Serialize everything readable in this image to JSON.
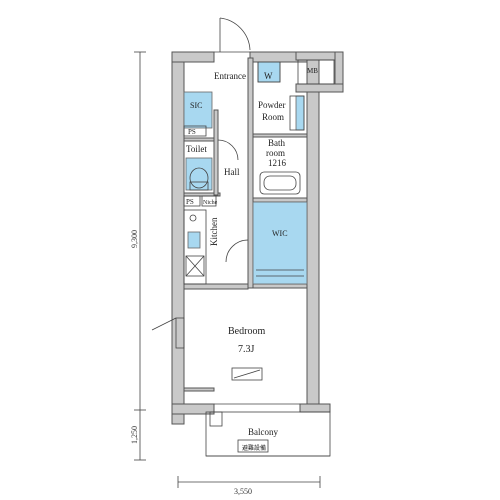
{
  "rooms": {
    "entrance": "Entrance",
    "w": "W",
    "mb": "MB",
    "sic": "SIC",
    "powder_room_line1": "Powder",
    "powder_room_line2": "Room",
    "ps_upper": "PS",
    "toilet": "Toilet",
    "bathroom_line1": "Bath",
    "bathroom_line2": "room",
    "bathroom_size": "1216",
    "hall": "Hall",
    "ps_lower": "PS",
    "niche": "Niche",
    "kitchen": "Kitchen",
    "wic": "WIC",
    "bedroom": "Bedroom",
    "bedroom_size": "7.3J",
    "balcony": "Balcony",
    "evacuation_hatch": "避難設備"
  },
  "dimensions": {
    "height_main": "9,300",
    "height_balcony": "1,250",
    "width": "3,550"
  },
  "colors": {
    "wall_fill": "#c9c9c9",
    "fixture_blue": "#a8d8f0",
    "line": "#444444"
  }
}
